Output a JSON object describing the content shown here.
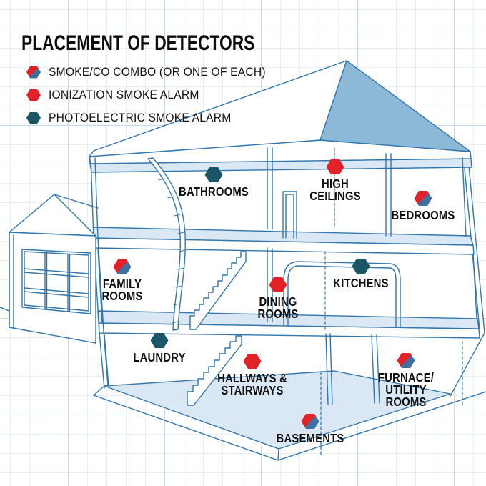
{
  "title": "PLACEMENT OF DETECTORS",
  "legend": {
    "items": [
      {
        "label": "SMOKE/CO COMBO (OR ONE OF EACH)",
        "type": "combo"
      },
      {
        "label": "IONIZATION SMOKE ALARM",
        "type": "ionization"
      },
      {
        "label": "PHOTOELECTRIC SMOKE ALARM",
        "type": "photoelectric"
      }
    ]
  },
  "rooms": [
    {
      "id": "bathrooms",
      "label": [
        "BATHROOMS"
      ],
      "type": "photoelectric"
    },
    {
      "id": "high-ceilings",
      "label": [
        "HIGH",
        "CEILINGS"
      ],
      "type": "ionization"
    },
    {
      "id": "bedrooms",
      "label": [
        "BEDROOMS"
      ],
      "type": "combo"
    },
    {
      "id": "family-rooms",
      "label": [
        "FAMILY",
        "ROOMS"
      ],
      "type": "combo"
    },
    {
      "id": "kitchens",
      "label": [
        "KITCHENS"
      ],
      "type": "photoelectric"
    },
    {
      "id": "dining-rooms",
      "label": [
        "DINING",
        "ROOMS"
      ],
      "type": "ionization"
    },
    {
      "id": "laundry",
      "label": [
        "LAUNDRY"
      ],
      "type": "photoelectric"
    },
    {
      "id": "hallways-stairways",
      "label": [
        "HALLWAYS &",
        "STAIRWAYS"
      ],
      "type": "ionization"
    },
    {
      "id": "furnace-utility",
      "label": [
        "FURNACE/",
        "UTILITY ROOMS"
      ],
      "type": "combo"
    },
    {
      "id": "basements",
      "label": [
        "BASEMENTS"
      ],
      "type": "combo"
    }
  ],
  "colors": {
    "red": "#e32227",
    "blue": "#3f709f",
    "teal": "#1b5667",
    "line": "#3476ab",
    "surface": "#d9e8f4",
    "roof": "#8db9d9"
  }
}
